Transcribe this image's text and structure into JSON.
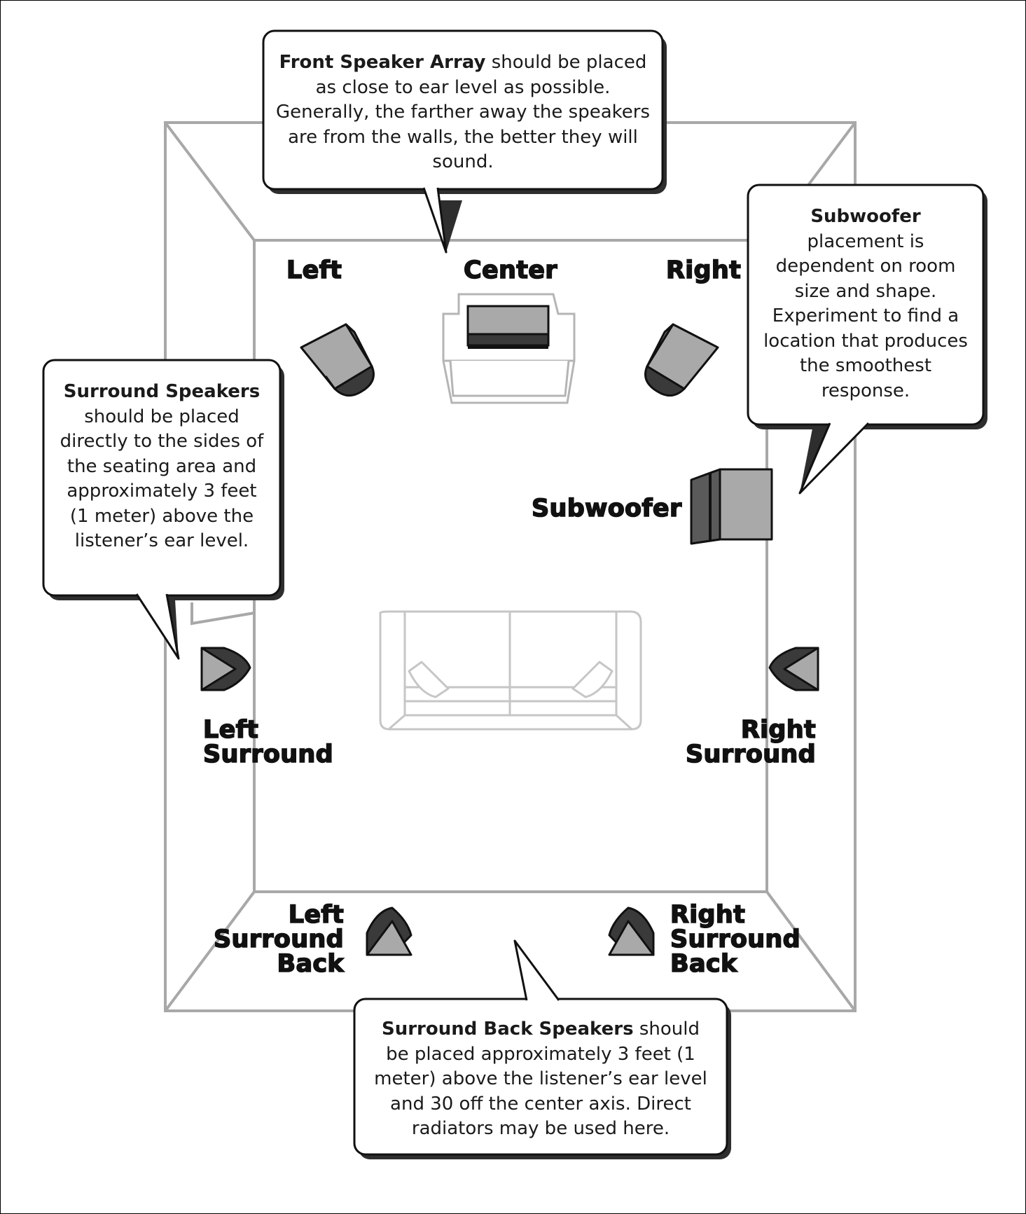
{
  "callouts": {
    "front": {
      "bold": "Front Speaker Array",
      "text": " should be placed as close to ear level as possible. Generally, the farther away the speakers are from the walls, the better they will sound."
    },
    "subwoofer": {
      "bold": "Subwoofer",
      "text": " placement is dependent on room size and shape. Experiment to find a location that produces the smoothest response."
    },
    "surround": {
      "bold": "Surround Speakers",
      "text": " should be placed directly to the sides of the seating area and approximately 3 feet (1 meter) above the listener’s ear level."
    },
    "surround_back": {
      "bold": "Surround Back Speakers",
      "text": " should be placed approximately 3 feet (1 meter) above the listener’s ear level and 30 off the center axis. Direct radiators may be used here."
    }
  },
  "labels": {
    "left": "Left",
    "center": "Center",
    "right": "Right",
    "subwoofer": "Subwoofer",
    "left_surround": [
      "Left",
      "Surround"
    ],
    "right_surround": [
      "Right",
      "Surround"
    ],
    "left_surround_back": [
      "Left",
      "Surround",
      "Back"
    ],
    "right_surround_back": [
      "Right",
      "Surround",
      "Back"
    ]
  },
  "colors": {
    "wall": "#a8a8a8",
    "speaker_light": "#a9a9a9",
    "speaker_mid": "#6f6f6f",
    "speaker_dark": "#3a3a3a",
    "outline": "#111111"
  }
}
